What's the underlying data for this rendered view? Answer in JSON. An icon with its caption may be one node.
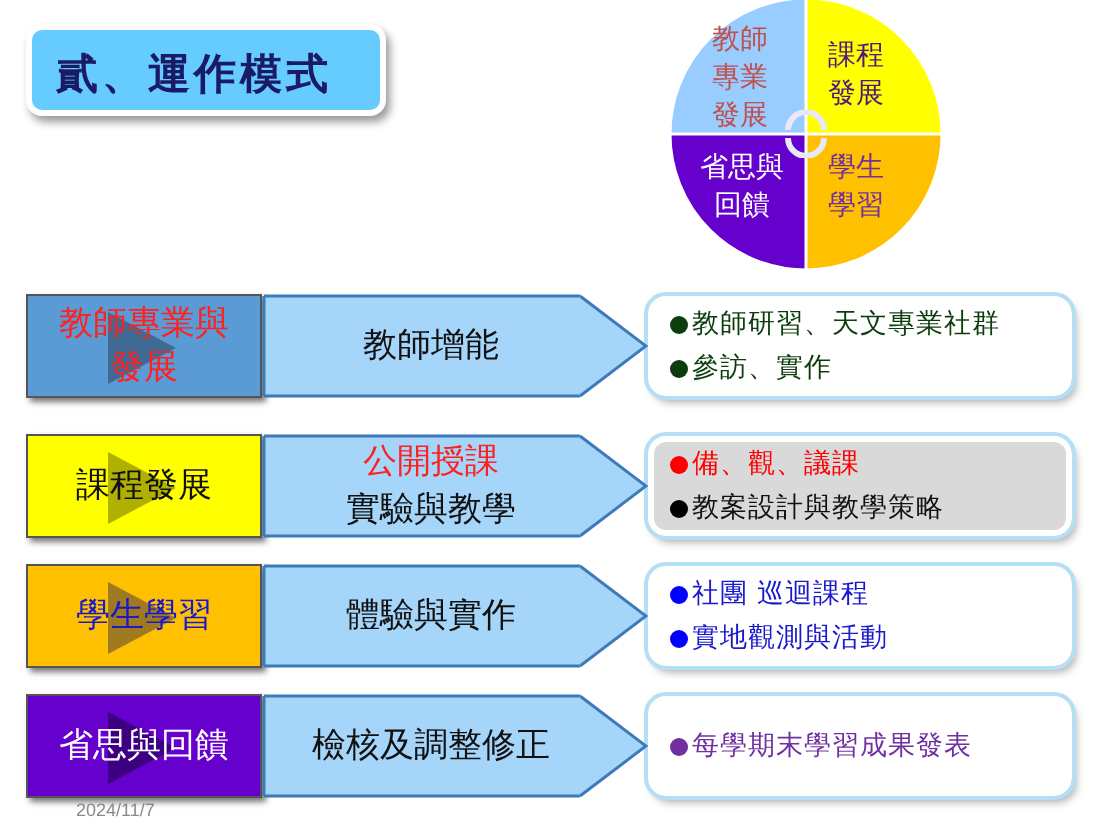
{
  "diagram": {
    "title": "貳、運作模式",
    "nodes": [
      {
        "text": [
          "教師專業發展"
        ]
      },
      {
        "text": [
          "課程發展"
        ]
      },
      {
        "text": [
          "省思與回饋"
        ]
      },
      {
        "text": [
          "學生學習"
        ]
      },
      {
        "text": [
          "教師專業與發展"
        ]
      },
      {
        "text": [
          "教師研習、天文專業社群",
          "參訪、實作"
        ]
      },
      {
        "text": [
          "課程發展"
        ]
      },
      {
        "text": [
          "備、觀、議課",
          "教案設計與教學策略"
        ]
      },
      {
        "text": [
          "學生學習"
        ]
      },
      {
        "text": [
          "社團 巡迴課程",
          "實地觀測與活動"
        ]
      },
      {
        "text": [
          "省思與回饋"
        ]
      },
      {
        "text": [
          "每學期末學習成果發表"
        ]
      }
    ],
    "edges": [
      {
        "from": 4,
        "to": 5,
        "arrow": "to",
        "label": "教師增能"
      },
      {
        "from": 6,
        "to": 7,
        "arrow": "to",
        "label": "**公開授課**實驗與教學"
      },
      {
        "from": 8,
        "to": 9,
        "arrow": "to",
        "label": "體驗與實作"
      },
      {
        "from": 10,
        "to": 11,
        "arrow": "to",
        "label": "檢核及調整修正"
      }
    ],
    "labels": [
      "2024/11/7"
    ]
  }
}
